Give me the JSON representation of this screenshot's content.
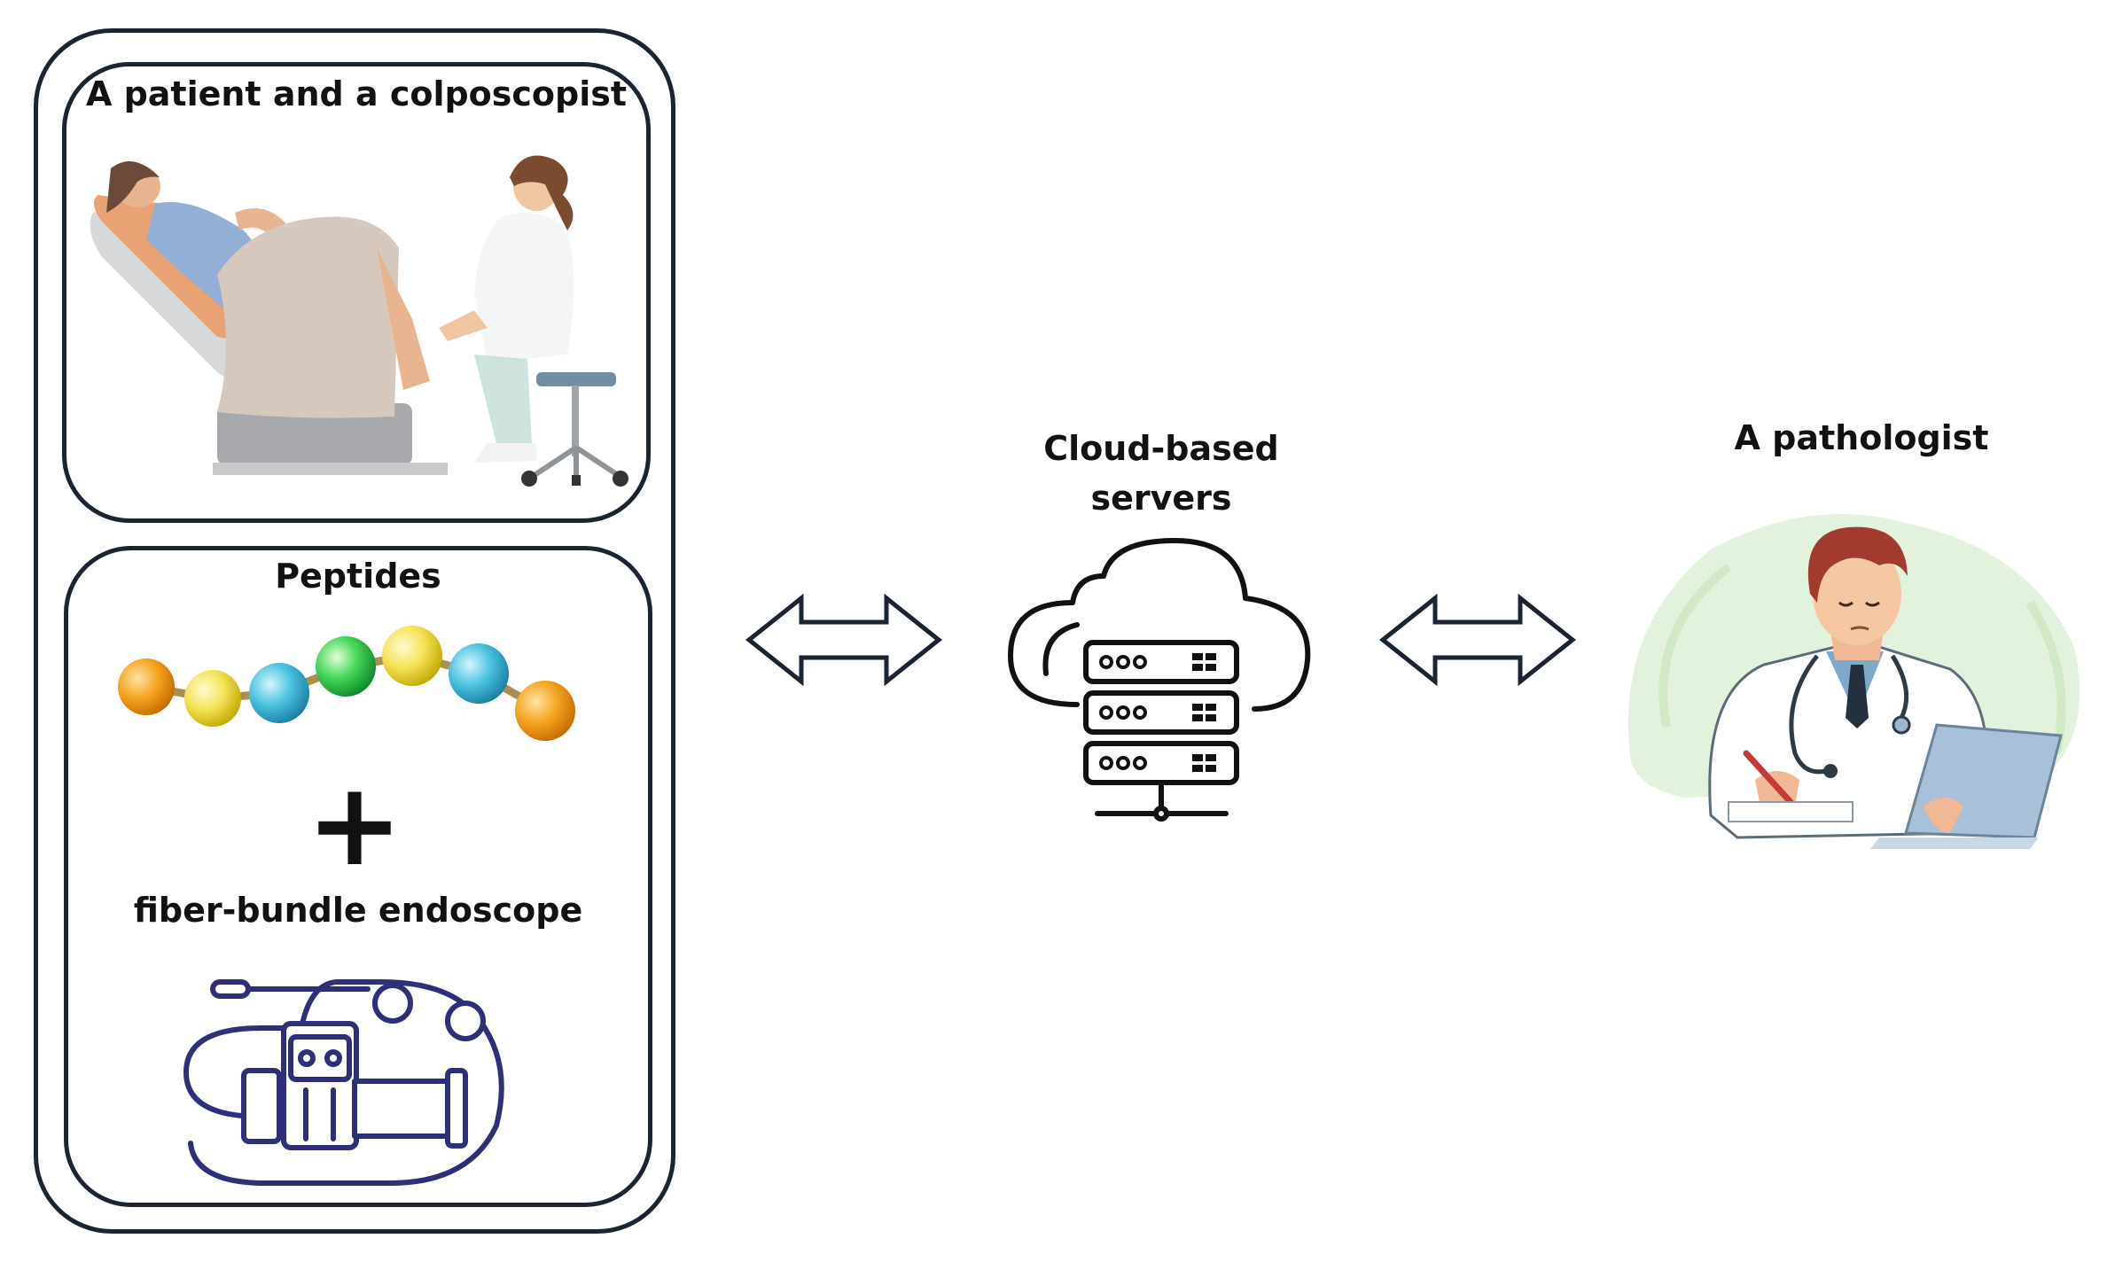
{
  "panels": {
    "clinic_title": "A patient and a colposcopist",
    "peptides_title": "Peptides",
    "plus_sign": "+",
    "endoscope_title": "fiber-bundle endoscope"
  },
  "cloud": {
    "title_line1": "Cloud-based",
    "title_line2": "servers"
  },
  "pathologist": {
    "title": "A pathologist"
  },
  "icons": [
    "patient-colposcopist-illustration",
    "peptide-chain-icon",
    "endoscope-icon",
    "double-arrow-icon",
    "cloud-server-icon",
    "pathologist-illustration"
  ]
}
